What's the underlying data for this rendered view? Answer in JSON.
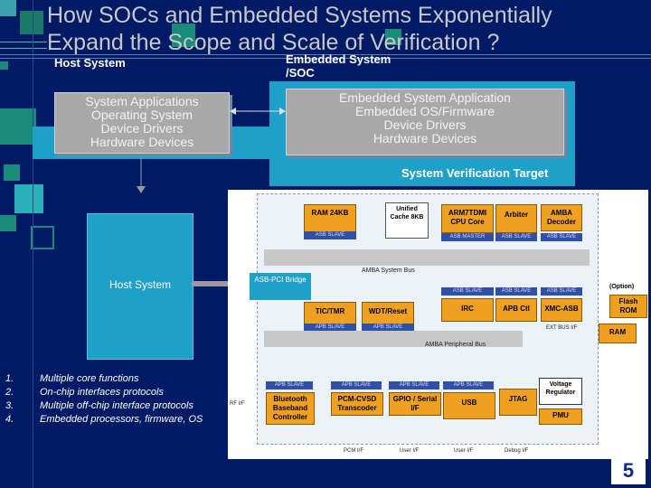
{
  "title": {
    "line1": "How SOCs and Embedded Systems Exponentially",
    "line2": "Expand the Scope and Scale of Verification ?"
  },
  "left_panel": {
    "label": "Host System",
    "lines": [
      "System Applications",
      "Operating System",
      "Device Drivers",
      "Hardware Devices"
    ]
  },
  "right_panel": {
    "label_line1": "Embedded System",
    "label_line2": "/SOC",
    "lines": [
      "Embedded System Application",
      "Embedded OS/Firmware",
      "Device Drivers",
      "Hardware Devices"
    ]
  },
  "verification_target": "System Verification Target",
  "host_box_label": "Host System",
  "soc": {
    "top_blocks": [
      {
        "label": "RAM 24KB",
        "slave": "ASB SLAVE"
      },
      {
        "label": "Unified Cache 8KB"
      },
      {
        "label": "ARM7TDMI CPU Core",
        "slave": "ASB MASTER"
      },
      {
        "label": "Arbiter",
        "slave": "ASB SLAVE"
      },
      {
        "label": "AMBA Decoder",
        "slave": "ASB SLAVE"
      }
    ],
    "system_bus": "AMBA System Bus",
    "bridge": "ASB-PCI Bridge",
    "mid_blocks": [
      {
        "label": "TIC/TMR",
        "slave": "APB SLAVE"
      },
      {
        "label": "WDT/Reset",
        "slave": "APB SLAVE"
      },
      {
        "label": "IRC",
        "slave": "ASB SLAVE"
      },
      {
        "label": "APB Ctl",
        "slave": "ASB SLAVE"
      },
      {
        "label": "XMC-ASB",
        "slave": "ASB SLAVE"
      }
    ],
    "option": "(Option)",
    "flash": "Flash ROM",
    "ram": "RAM",
    "ext_bus": "EXT BUS I/F",
    "peripheral_bus": "AMBA Peripheral Bus",
    "bottom_blocks": [
      {
        "label": "Bluetooth Baseband Controller",
        "slave": "APB SLAVE"
      },
      {
        "label": "PCM-CVSD Transcoder",
        "slave": "APB SLAVE"
      },
      {
        "label": "GPIO / Serial I/F",
        "slave": "APB SLAVE"
      },
      {
        "label": "USB",
        "slave": "APB SLAVE"
      },
      {
        "label": "JTAG"
      }
    ],
    "voltage": "Voltage Regulator",
    "pmu": "PMU",
    "rf": "RF I/F",
    "bottom_labels": [
      "PCM I/F",
      "User I/F",
      "User I/F",
      "Debug I/F"
    ]
  },
  "list": [
    {
      "num": "1.",
      "text": "Multiple core functions"
    },
    {
      "num": "2.",
      "text": "On-chip interfaces protocols"
    },
    {
      "num": "3.",
      "text": "Multiple off-chip interface protocols"
    },
    {
      "num": "4.",
      "text": "Embedded processors, firmware, OS"
    }
  ],
  "page_number": "5",
  "colors": {
    "background": "#001a66",
    "accent_cyan": "#1fa0c9",
    "accent_green": "#1a8a7a",
    "chip_orange": "#f0a020"
  }
}
